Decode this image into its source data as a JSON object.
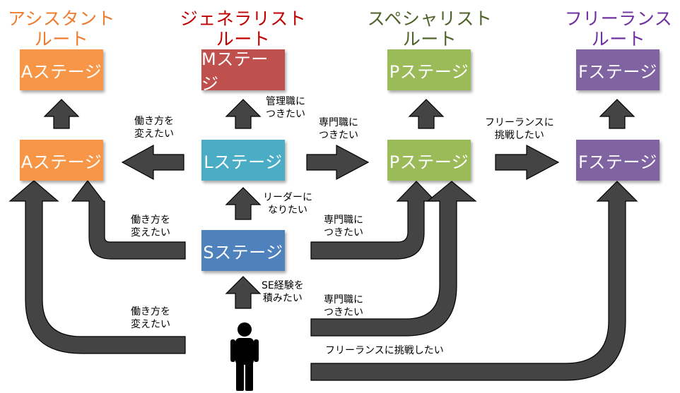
{
  "routes": [
    {
      "id": "assistant",
      "title_line1": "アシスタント",
      "title_line2": "ルート",
      "color": "#ed7d31"
    },
    {
      "id": "generalist",
      "title_line1": "ジェネラリスト",
      "title_line2": "ルート",
      "color": "#c00000"
    },
    {
      "id": "specialist",
      "title_line1": "スペシャリスト",
      "title_line2": "ルート",
      "color": "#4f6228"
    },
    {
      "id": "freelance",
      "title_line1": "フリーランス",
      "title_line2": "ルート",
      "color": "#7030a0"
    }
  ],
  "stages": {
    "a_top": {
      "label": "Aステージ",
      "color": "#f79646"
    },
    "a_mid": {
      "label": "Aステージ",
      "color": "#f79646"
    },
    "m": {
      "label": "Mステージ",
      "color": "#c0504d"
    },
    "l": {
      "label": "Lステージ",
      "color": "#4bacc6"
    },
    "s": {
      "label": "Sステージ",
      "color": "#4f81bd"
    },
    "p_top": {
      "label": "Pステージ",
      "color": "#9bbb59"
    },
    "p_mid": {
      "label": "Pステージ",
      "color": "#9bbb59"
    },
    "f_top": {
      "label": "Fステージ",
      "color": "#8064a2"
    },
    "f_mid": {
      "label": "Fステージ",
      "color": "#8064a2"
    }
  },
  "notes": {
    "l_to_a": {
      "line1": "働き方を",
      "line2": "変えたい"
    },
    "l_to_m": {
      "line1": "管理職に",
      "line2": "つきたい"
    },
    "l_to_p": {
      "line1": "専門職に",
      "line2": "つきたい"
    },
    "p_to_f": {
      "line1": "フリーランスに",
      "line2": "挑戦したい"
    },
    "s_to_l": {
      "line1": "リーダーに",
      "line2": "なりたい"
    },
    "s_to_a": {
      "line1": "働き方を",
      "line2": "変えたい"
    },
    "s_to_p": {
      "line1": "専門職に",
      "line2": "つきたい"
    },
    "start_to_s": {
      "line1": "SE経験を",
      "line2": "積みたい"
    },
    "start_to_a": {
      "line1": "働き方を",
      "line2": "変えたい"
    },
    "start_to_p": {
      "line1": "専門職に",
      "line2": "つきたい"
    },
    "start_to_f": {
      "line1": "フリーランスに挑戦したい"
    }
  },
  "person": {
    "icon": "person-icon",
    "color": "#000000"
  }
}
